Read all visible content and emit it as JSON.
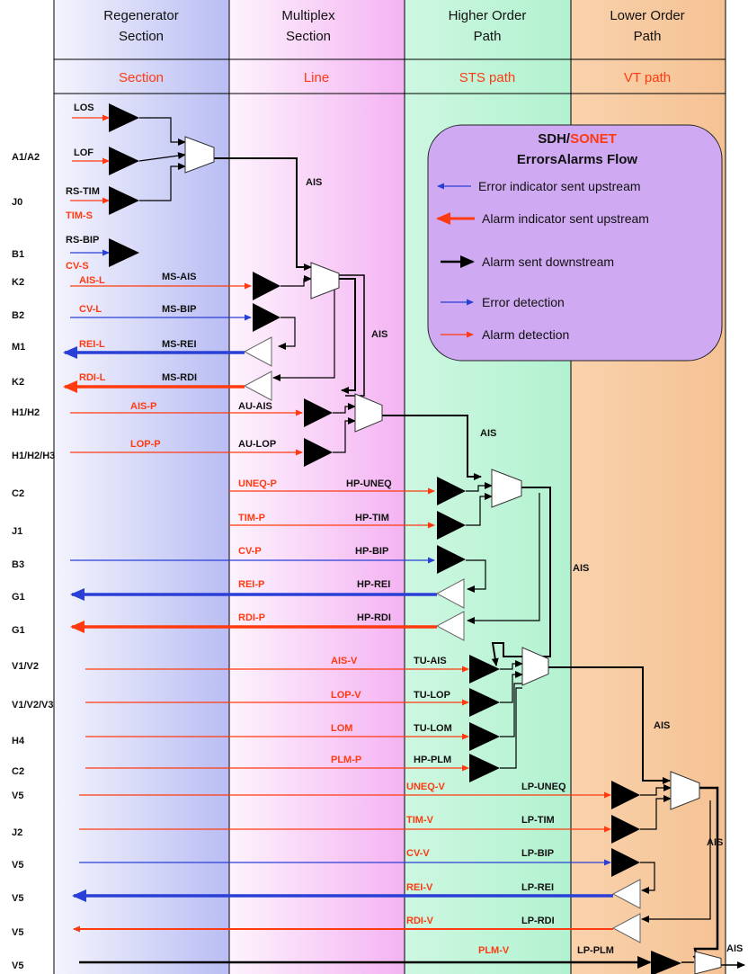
{
  "header": {
    "columns": [
      {
        "line1": "Regenerator",
        "line2": "Section",
        "sonet": "Section"
      },
      {
        "line1": "Multiplex",
        "line2": "Section",
        "sonet": "Line"
      },
      {
        "line1": "Higher Order",
        "line2": "Path",
        "sonet": "STS path"
      },
      {
        "line1": "Lower Order",
        "line2": "Path",
        "sonet": "VT path"
      }
    ]
  },
  "row_labels": [
    "A1/A2",
    "J0",
    "B1",
    "K2",
    "B2",
    "M1",
    "K2",
    "H1/H2",
    "H1/H2/H3",
    "C2",
    "J1",
    "B3",
    "G1",
    "G1",
    "V1/V2",
    "V1/V2/V3",
    "H4",
    "C2",
    "V5",
    "J2",
    "V5",
    "V5",
    "V5",
    "V5"
  ],
  "legend": {
    "title_sdh": "SDH",
    "title_slash": "/",
    "title_sonet": "SONET",
    "subtitle": "ErrorsAlarms Flow",
    "items": [
      {
        "text": "Error indicator sent upstream",
        "style": "blue-left"
      },
      {
        "text": "Alarm indicator sent upstream",
        "style": "red-left"
      },
      {
        "text": "Alarm sent downstream",
        "style": "black-right"
      },
      {
        "text": "Error detection",
        "style": "blue-right"
      },
      {
        "text": "Alarm detection",
        "style": "red-right"
      }
    ]
  },
  "signals": {
    "los": "LOS",
    "lof": "LOF",
    "rs_tim": "RS-TIM",
    "tim_s": "TIM-S",
    "rs_bip": "RS-BIP",
    "cv_s": "CV-S",
    "ais_l": "AIS-L",
    "ms_ais": "MS-AIS",
    "cv_l": "CV-L",
    "ms_bip": "MS-BIP",
    "rei_l": "REI-L",
    "ms_rei": "MS-REI",
    "rdi_l": "RDI-L",
    "ms_rdi": "MS-RDI",
    "ais_p": "AIS-P",
    "au_ais": "AU-AIS",
    "lop_p": "LOP-P",
    "au_lop": "AU-LOP",
    "uneq_p": "UNEQ-P",
    "hp_uneq": "HP-UNEQ",
    "tim_p": "TIM-P",
    "hp_tim": "HP-TIM",
    "cv_p": "CV-P",
    "hp_bip": "HP-BIP",
    "rei_p": "REI-P",
    "hp_rei": "HP-REI",
    "rdi_p": "RDI-P",
    "hp_rdi": "HP-RDI",
    "ais_v": "AIS-V",
    "tu_ais": "TU-AIS",
    "lop_v": "LOP-V",
    "tu_lop": "TU-LOP",
    "lom": "LOM",
    "tu_lom": "TU-LOM",
    "plm_p": "PLM-P",
    "hp_plm": "HP-PLM",
    "uneq_v": "UNEQ-V",
    "lp_uneq": "LP-UNEQ",
    "tim_v": "TIM-V",
    "lp_tim": "LP-TIM",
    "cv_v": "CV-V",
    "lp_bip": "LP-BIP",
    "rei_v": "REI-V",
    "lp_rei": "LP-REI",
    "rdi_v": "RDI-V",
    "lp_rdi": "LP-RDI",
    "plm_v": "PLM-V",
    "lp_plm": "LP-PLM",
    "ais": "AIS"
  },
  "colors": {
    "error_blue": "#2a3fd6",
    "alarm_red": "#ff3a10",
    "downstream_black": "#000000",
    "rs_band": "#bfc2f4",
    "ms_band": "#f6bdf4",
    "ho_band": "#b4f3d1",
    "lo_band": "#f7c79d",
    "legend_fill": "#cfa9f2"
  }
}
